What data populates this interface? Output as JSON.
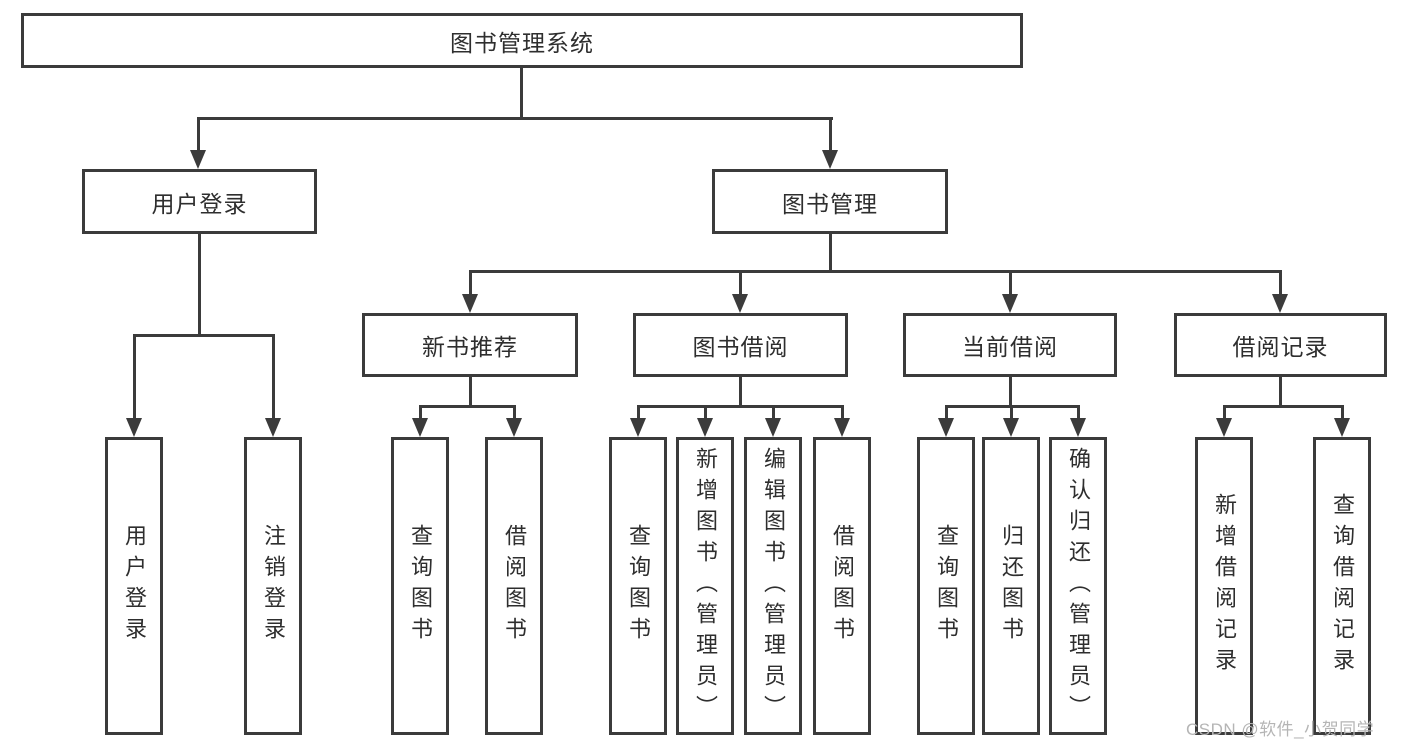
{
  "diagram": {
    "title": "图书管理系统",
    "tree": {
      "root": {
        "label": "图书管理系统"
      },
      "children": [
        {
          "label": "用户登录",
          "children": [
            {
              "label": "用户登录"
            },
            {
              "label": "注销登录"
            }
          ]
        },
        {
          "label": "图书管理",
          "children": [
            {
              "label": "新书推荐",
              "children": [
                {
                  "label": "查询图书"
                },
                {
                  "label": "借阅图书"
                }
              ]
            },
            {
              "label": "图书借阅",
              "children": [
                {
                  "label": "查询图书"
                },
                {
                  "label": "新增图书（管理员）"
                },
                {
                  "label": "编辑图书（管理员）"
                },
                {
                  "label": "借阅图书"
                }
              ]
            },
            {
              "label": "当前借阅",
              "children": [
                {
                  "label": "查询图书"
                },
                {
                  "label": "归还图书"
                },
                {
                  "label": "确认归还（管理员）"
                }
              ]
            },
            {
              "label": "借阅记录",
              "children": [
                {
                  "label": "新增借阅记录"
                },
                {
                  "label": "查询借阅记录"
                }
              ]
            }
          ]
        }
      ]
    },
    "colors": {
      "line": "#3b3b3b",
      "text": "#2e2e2e",
      "background": "#ffffff",
      "watermark_text_color": "#b5b5b5"
    }
  },
  "watermark": {
    "label": "CSDN @软件_小贺同学"
  }
}
